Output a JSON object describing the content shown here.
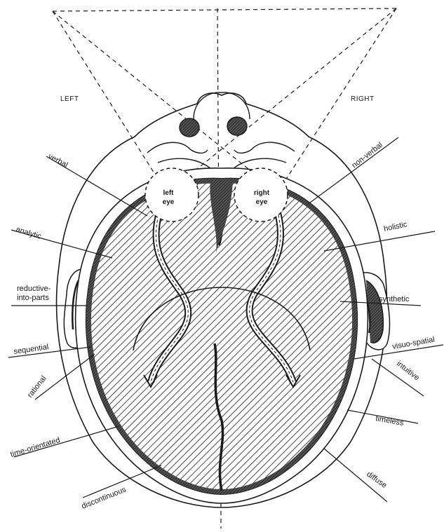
{
  "sides": {
    "left": "LEFT",
    "right": "RIGHT"
  },
  "eyes": {
    "left": [
      "left",
      "eye"
    ],
    "right": [
      "right",
      "eye"
    ]
  },
  "left_labels": {
    "verbal": "verbal",
    "analytic": "analytic",
    "reductive": [
      "reductive-",
      "into-parts"
    ],
    "sequential": "sequential",
    "rational": "rational",
    "time_orientated": "time-orientated",
    "discontinuous": "discontinuous"
  },
  "right_labels": {
    "non_verbal": "non-verbal",
    "holistic": "holistic",
    "synthetic": "synthetic",
    "visuo_spatial": "visuo-spatial",
    "intuitive": "intuitive",
    "timeless": "timeless",
    "diffuse": "diffuse"
  },
  "colors": {
    "ink": "#1a1a1a",
    "paper": "#ffffff",
    "shade": "#3a3a3a"
  }
}
